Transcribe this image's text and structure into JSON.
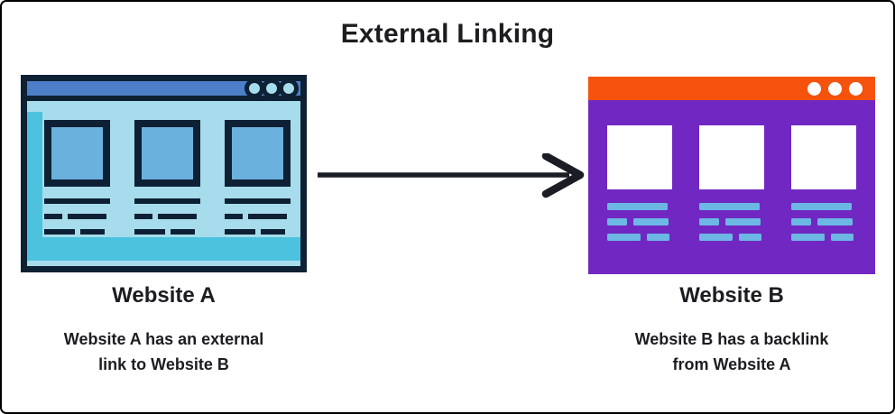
{
  "title": "External Linking",
  "website_a": {
    "label": "Website A",
    "caption_line1": "Website A has an external",
    "caption_line2": "link to Website B",
    "window_dots_count": 3,
    "content_cards_count": 3,
    "style": "outlined-browser"
  },
  "website_b": {
    "label": "Website B",
    "caption_line1": "Website B has a backlink",
    "caption_line2": "from Website A",
    "window_dots_count": 3,
    "content_cards_count": 3,
    "style": "flat-browser"
  },
  "arrow": {
    "direction": "right",
    "from": "Website A",
    "to": "Website B"
  },
  "colors": {
    "canvas-border": "#000000",
    "ink": "#1d1d1f",
    "navy": "#0e2033",
    "header-blue": "#4d7fc9",
    "body-light": "#a6dcec",
    "body-cyan": "#4dc2de",
    "thumb-blue": "#6bb1dd",
    "orange": "#f5530d",
    "purple": "#7127c2",
    "dash-blue": "#6cb7e4"
  }
}
